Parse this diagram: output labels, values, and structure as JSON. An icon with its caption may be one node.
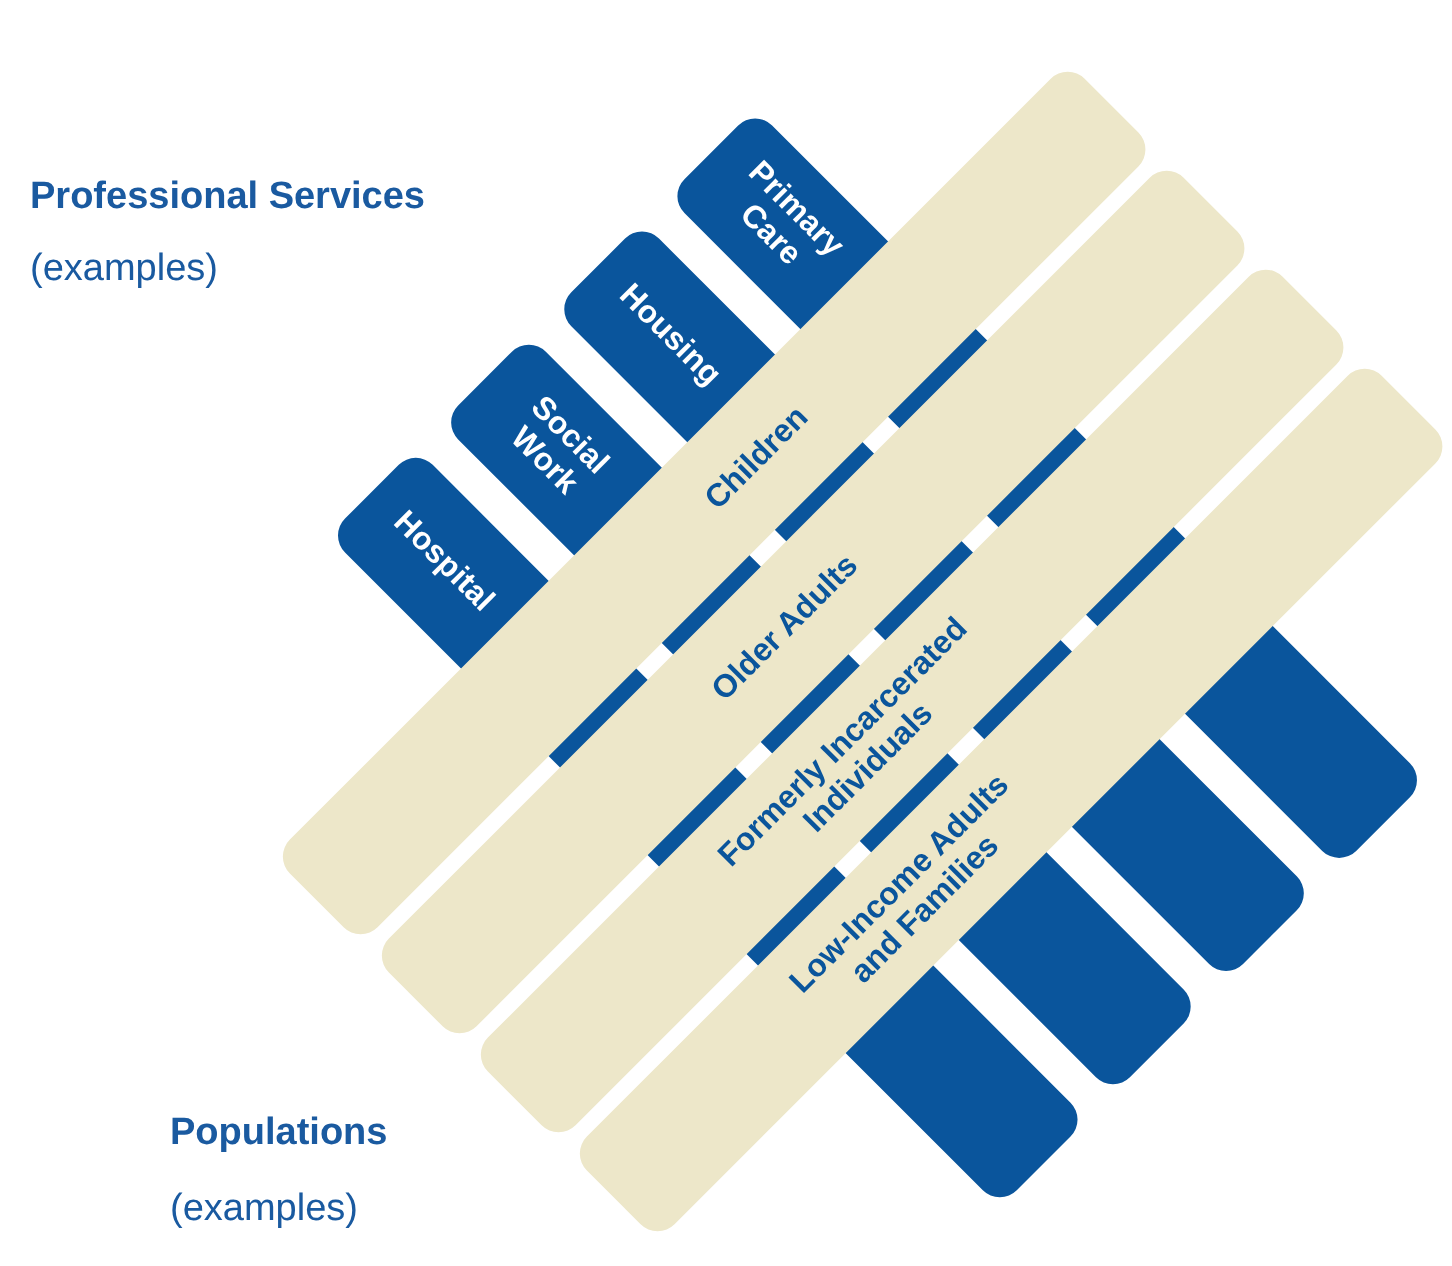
{
  "diagram": {
    "nodes": [
      {
        "text": [
          "Primary Care"
        ]
      },
      {
        "text": [
          "Housing"
        ]
      },
      {
        "text": [
          "Social Work"
        ]
      },
      {
        "text": [
          "Hospital"
        ]
      },
      {
        "text": [
          "Children"
        ]
      },
      {
        "text": [
          "Older Adults"
        ]
      },
      {
        "text": [
          "Formerly Incarcerated Individuals"
        ]
      },
      {
        "text": [
          "Low-Income Adults and Families"
        ]
      }
    ],
    "edges": [],
    "labels": [
      "Professional Services",
      "(examples)",
      "Populations",
      "(examples)"
    ]
  }
}
